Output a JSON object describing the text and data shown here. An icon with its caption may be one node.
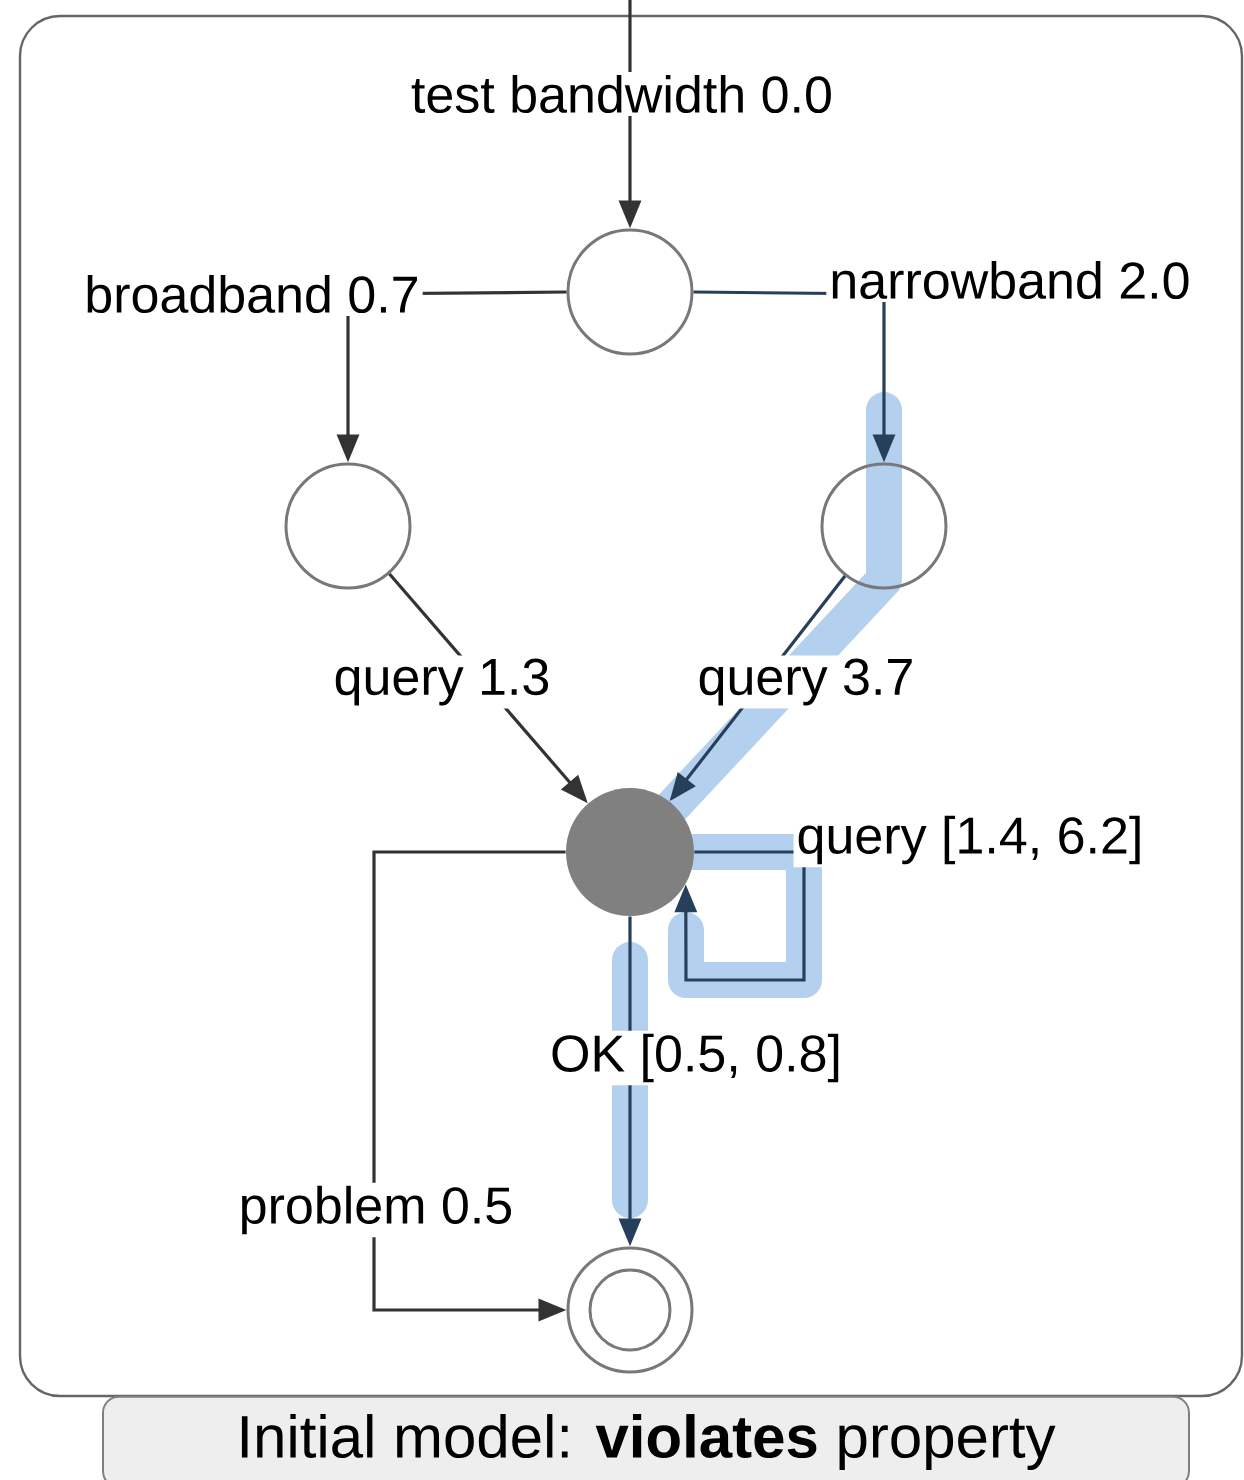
{
  "diagram": {
    "caption": "Initial model: **violates** property",
    "nodes": [
      {
        "text": [],
        "shape": "circle"
      },
      {
        "text": [],
        "shape": "circle"
      },
      {
        "text": [],
        "shape": "circle"
      },
      {
        "text": [],
        "shape": "dot"
      },
      {
        "text": [],
        "shape": "ring"
      }
    ],
    "edges": [
      {
        "from": null,
        "to": 0,
        "arrow": "to",
        "label": "test bandwidth 0.0"
      },
      {
        "from": 0,
        "to": 1,
        "arrow": "to",
        "label": "broadband 0.7"
      },
      {
        "from": 0,
        "to": 2,
        "arrow": "to",
        "label": "narrowband 2.0",
        "color": "#26405c"
      },
      {
        "from": 1,
        "to": 3,
        "arrow": "to",
        "label": "query 1.3"
      },
      {
        "from": 2,
        "to": 3,
        "arrow": "to",
        "label": "query 3.7",
        "color": "#26405c"
      },
      {
        "from": 3,
        "to": 3,
        "arrow": "to",
        "label": "query [1.4, 6.2]",
        "color": "#26405c"
      },
      {
        "from": 3,
        "to": 4,
        "arrow": "to",
        "label": "OK [0.5, 0.8]",
        "color": "#26405c"
      },
      {
        "from": 3,
        "to": 4,
        "arrow": "to",
        "label": "problem 0.5"
      }
    ]
  }
}
